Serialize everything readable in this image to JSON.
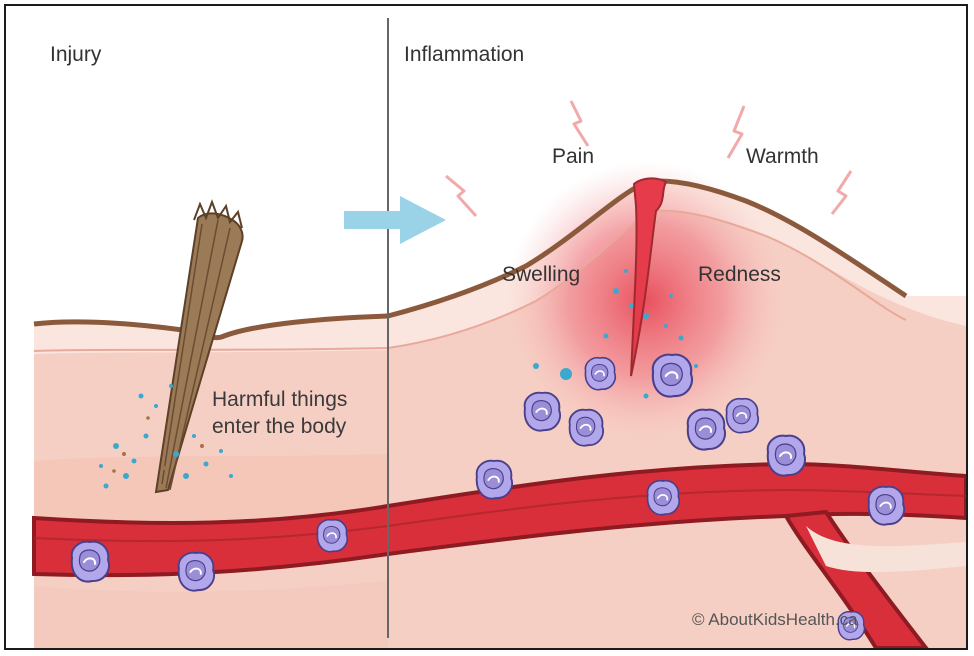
{
  "panels": {
    "left": {
      "title": "Injury",
      "caption_line1": "Harmful things",
      "caption_line2": "enter the body"
    },
    "right": {
      "title": "Inflammation",
      "signs": {
        "pain": "Pain",
        "warmth": "Warmth",
        "swelling": "Swelling",
        "redness": "Redness"
      }
    }
  },
  "credit": "© AboutKidsHealth.ca",
  "colors": {
    "skin_outline": "#8b5a3c",
    "tissue": "#f7d8cc",
    "vessel": "#d92f3a",
    "vessel_dark": "#8e1b22",
    "white_cell": "#a89be0",
    "arrow": "#9ad3e8",
    "inflamed": "#ee4d5a",
    "splinter": "#8a6a4a"
  },
  "icons": [
    "arrow-right-icon",
    "lightning-icon",
    "splinter-icon",
    "white-blood-cell-icon"
  ]
}
